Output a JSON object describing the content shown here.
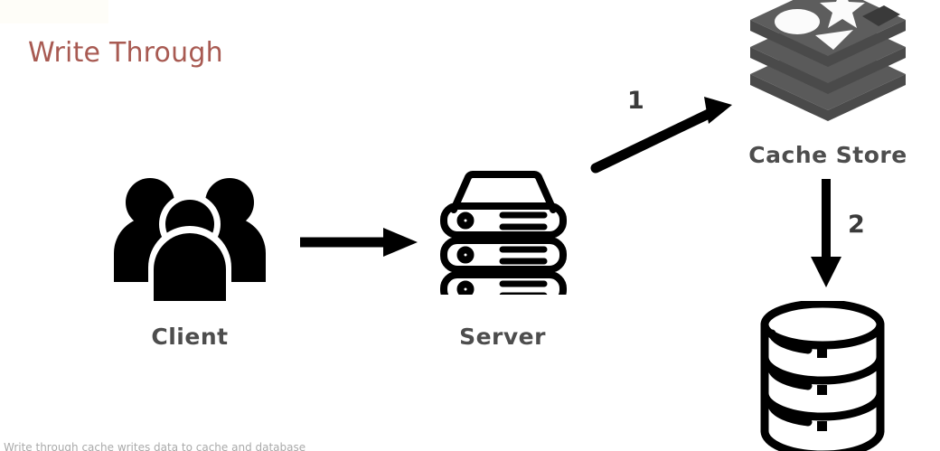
{
  "page": {
    "title": "Write Through",
    "title_color": "#a85a52",
    "background_color": "#ffffff",
    "bottom_caption": "Write through cache writes data to cache and database"
  },
  "nodes": [
    {
      "id": "client",
      "label": "Client",
      "icon": "users-group-icon",
      "color": "#000000",
      "label_color": "#4d4d4d"
    },
    {
      "id": "server",
      "label": "Server",
      "icon": "server-rack-icon",
      "color": "#000000",
      "label_color": "#4d4d4d"
    },
    {
      "id": "cache",
      "label": "Cache Store",
      "icon": "redis-stack-icon",
      "color": "#4d4d4d",
      "label_color": "#4d4d4d"
    },
    {
      "id": "database",
      "label": "",
      "icon": "database-cylinder-icon",
      "color": "#000000",
      "label_color": "#4d4d4d"
    }
  ],
  "arrows": [
    {
      "id": "client-to-server",
      "label": "",
      "direction": "right",
      "color": "#000000"
    },
    {
      "id": "server-to-cache",
      "label": "1",
      "direction": "up-right",
      "color": "#000000"
    },
    {
      "id": "cache-to-database",
      "label": "2",
      "direction": "down",
      "color": "#000000"
    }
  ],
  "steps": {
    "one": "1",
    "two": "2"
  }
}
